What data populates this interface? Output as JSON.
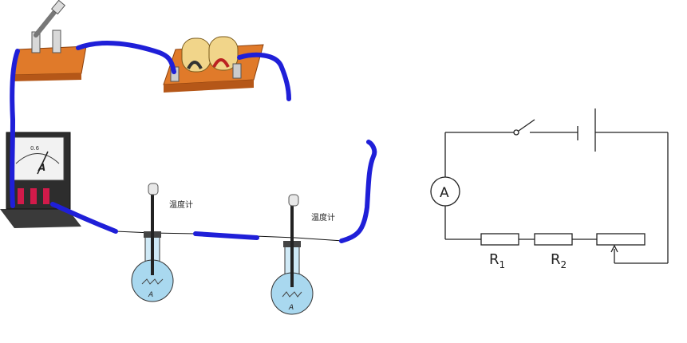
{
  "apparatus": {
    "ammeter_label": "A",
    "ammeter_scale_label": "0.6",
    "thermometer_label_1": "温度计",
    "thermometer_label_2": "温度计",
    "flask_label_1": "A",
    "flask_label_2": "A"
  },
  "schematic": {
    "ammeter_symbol": "A",
    "resistor_1": {
      "letter": "R",
      "subscript": "1"
    },
    "resistor_2": {
      "letter": "R",
      "subscript": "2"
    }
  },
  "colors": {
    "wire_blue": "#1f1fd8",
    "board_orange": "#e07a2a",
    "flask_blue": "#a9d8ef",
    "schematic_line": "#222222"
  }
}
